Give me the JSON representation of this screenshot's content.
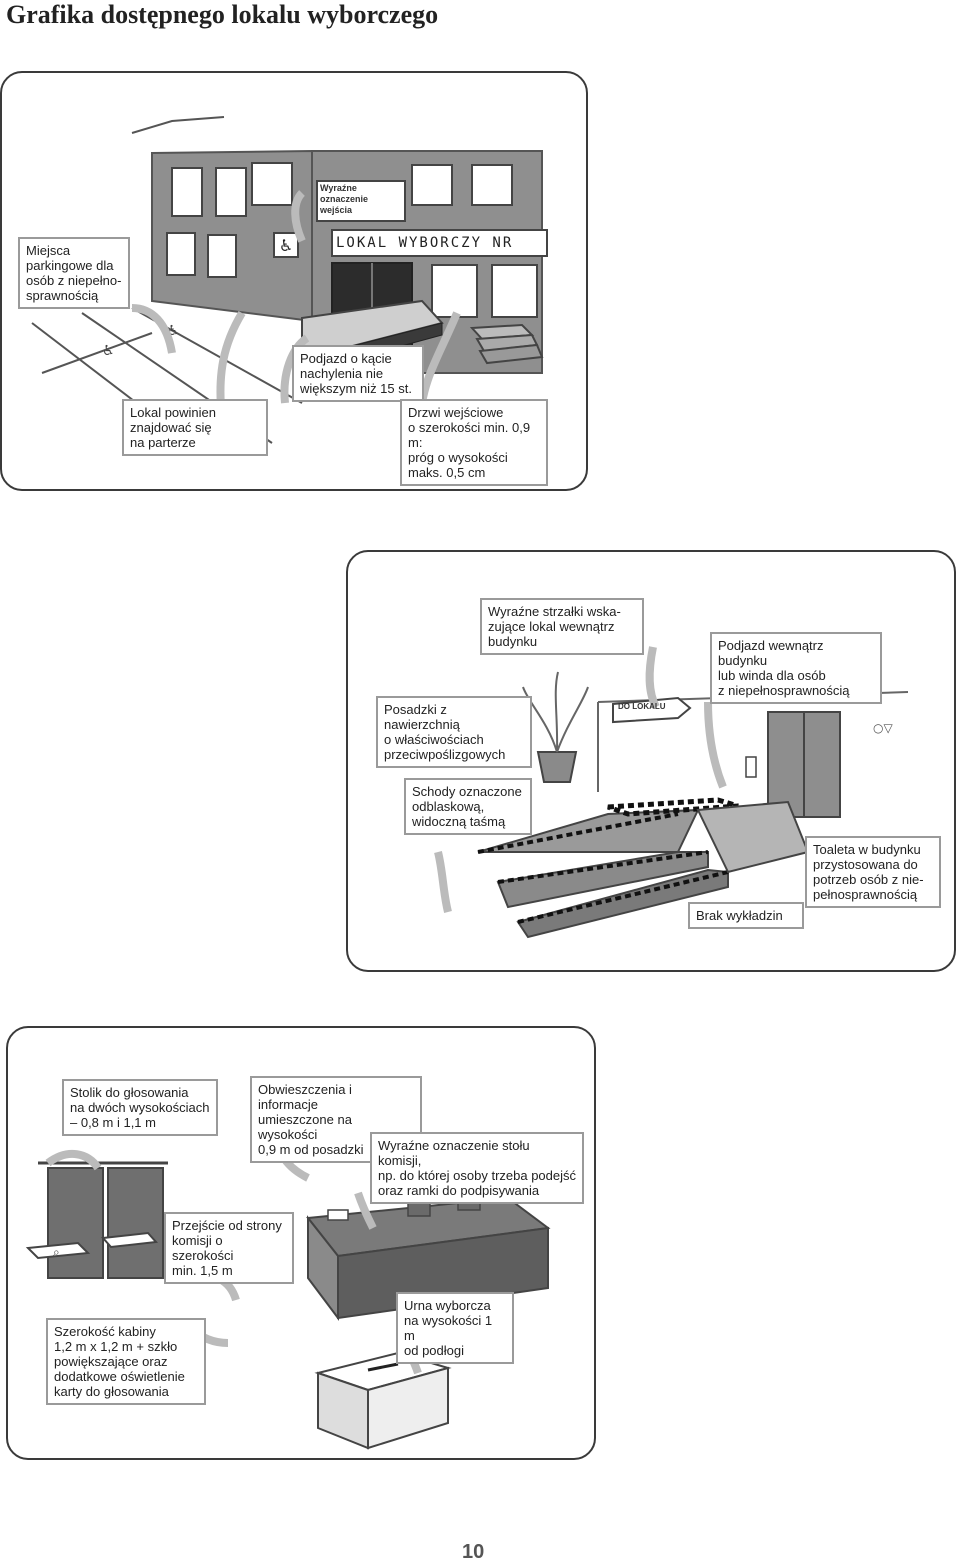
{
  "page": {
    "title": "Grafika dostępnego lokalu wyborczego",
    "page_number": "10"
  },
  "panel1": {
    "sign_entrance": "Wyraźne oznaczenie\nwejścia",
    "sign_building": "LOKAL WYBORCZY NR",
    "labels": {
      "parking": "Miejsca\nparkingowe dla\nosób z niepełno-\nsprawnością",
      "ramp": "Podjazd o kącie\nnachylenia nie\nwiększym niż 15 st.",
      "ground_floor": "Lokal powinien\nznajdować się\nna parterze",
      "door": "Drzwi wejściowe\no szerokości min. 0,9 m:\npróg o wysokości\nmaks. 0,5 cm"
    }
  },
  "panel2": {
    "sign_arrow": "DO LOKALU",
    "labels": {
      "arrows": "Wyraźne strzałki wska-\nzujące lokal wewnątrz\nbudynku",
      "lift": "Podjazd wewnątrz budynku\nlub winda dla osób\nz niepełnosprawnością",
      "floors": "Posadzki z nawierzchnią\no właściwościach\nprzeciwpoślizgowych",
      "stairs": "Schody oznaczone\nodblaskową,\nwidoczną taśmą",
      "carpet": "Brak wykładzin",
      "toilet": "Toaleta w budynku\nprzystosowana do\npotrzeb osób z nie-\npełnosprawnością"
    }
  },
  "panel3": {
    "labels": {
      "table": "Stolik do głosowania\nna dwóch wysokościach\n– 0,8 m i 1,1 m",
      "notices": "Obwieszczenia i informacje\numieszczone na wysokości\n0,9 m od posadzki",
      "commission": "Wyraźne oznaczenie stołu komisji,\nnp. do której osoby trzeba podejść\noraz ramki do podpisywania",
      "passage": "Przejście od strony\nkomisji o szerokości\nmin. 1,5 m",
      "booth": "Szerokość kabiny\n1,2 m x 1,2 m + szkło\npowiększające oraz\ndodatkowe oświetlenie\nkarty do głosowania",
      "urn": "Urna wyborcza\nna wysokości 1 m\nod podłogi"
    }
  }
}
